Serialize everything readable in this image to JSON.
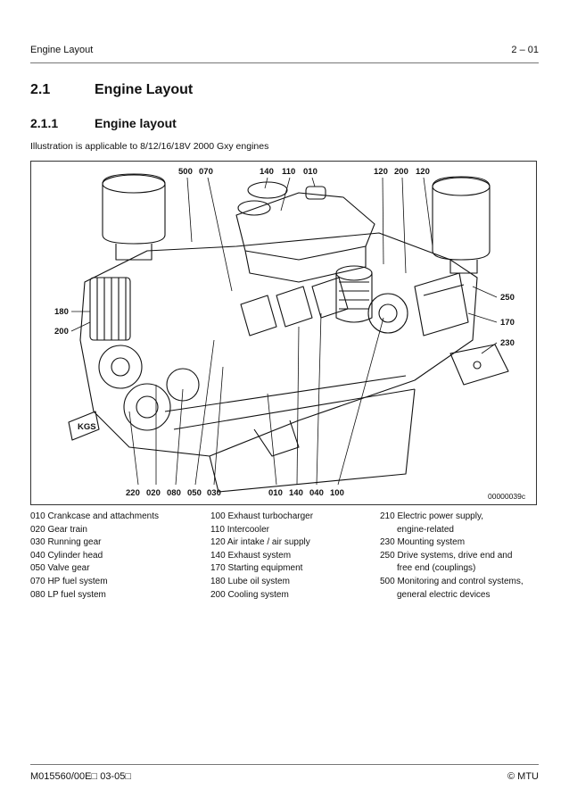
{
  "header": {
    "section_title": "Engine Layout",
    "page_number": "2 – 01"
  },
  "heading1": {
    "number": "2.1",
    "title": "Engine Layout"
  },
  "heading2": {
    "number": "2.1.1",
    "title": "Engine layout"
  },
  "intro": "Illustration is applicable to 8/12/16/18V 2000 Gxy engines",
  "figure": {
    "id": "00000039c",
    "callouts_top": [
      "500",
      "070",
      "140",
      "110",
      "010",
      "120",
      "200",
      "120"
    ],
    "callouts_left": [
      "180",
      "200"
    ],
    "callouts_right": [
      "250",
      "170",
      "230"
    ],
    "callouts_bottom": [
      "220",
      "020",
      "080",
      "050",
      "030",
      "010",
      "140",
      "040",
      "100"
    ],
    "kgs_label": "KGS"
  },
  "legend": {
    "col1": [
      "010 Crankcase and attachments",
      "020 Gear train",
      "030 Running gear",
      "040 Cylinder head",
      "050 Valve gear",
      "070 HP fuel system",
      "080 LP fuel system"
    ],
    "col2": [
      "100 Exhaust turbocharger",
      "110 Intercooler",
      "120 Air intake / air supply",
      "140 Exhaust system",
      "170 Starting equipment",
      "180 Lube oil system",
      "200 Cooling system"
    ],
    "col3": [
      {
        "line1": "210 Electric power supply,",
        "line2": "engine-related"
      },
      {
        "line1": "230 Mounting system",
        "line2": ""
      },
      {
        "line1": "250 Drive systems, drive end and",
        "line2": "free end (couplings)"
      },
      {
        "line1": "500 Monitoring and control systems,",
        "line2": "general electric devices"
      }
    ]
  },
  "footer": {
    "doc_code": "M015560/00E□ 03-05□",
    "brand": "© MTU"
  }
}
